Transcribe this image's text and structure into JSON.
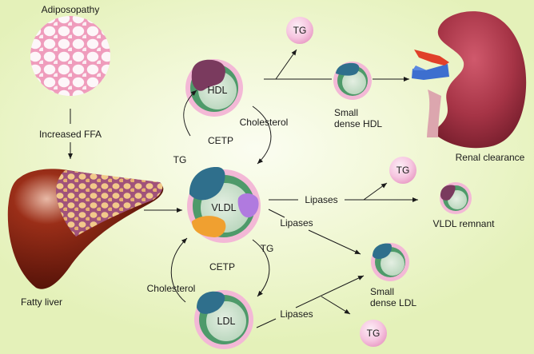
{
  "diagram": {
    "labels": {
      "adiposopathy": "Adiposopathy",
      "increased_ffa": "Increased FFA",
      "fatty_liver": "Fatty liver",
      "renal_clearance": "Renal clearance",
      "small_dense_hdl_line1": "Small",
      "small_dense_hdl_line2": "dense HDL",
      "vldl_remnant": "VLDL remnant",
      "small_dense_ldl_line1": "Small",
      "small_dense_ldl_line2": "dense LDL",
      "cetp_top": "CETP",
      "cetp_bottom": "CETP",
      "cholesterol_top": "Cholesterol",
      "cholesterol_bottom": "Cholesterol",
      "tg_cycle_top": "TG",
      "tg_cycle_bottom": "TG",
      "lipases_right": "Lipases",
      "lipases_diag": "Lipases",
      "lipases_bottom": "Lipases"
    },
    "particles": {
      "hdl": "HDL",
      "vldl": "VLDL",
      "ldl": "LDL",
      "tg_top": "TG",
      "tg_mid": "TG",
      "tg_bottom": "TG"
    },
    "colors": {
      "apo_purple": "#7a3a5e",
      "apo_teal": "#2f6f8c",
      "apo_orange": "#f0a030",
      "apo_violet": "#b07adf",
      "core_green": "#cfe3cf",
      "shell_green": "#4e9a6a",
      "phospholipid_pink": "#f3b8d6",
      "tg_pink": "#f6c6e0",
      "kidney": "#a63446",
      "liver": "#7a1e10"
    }
  }
}
